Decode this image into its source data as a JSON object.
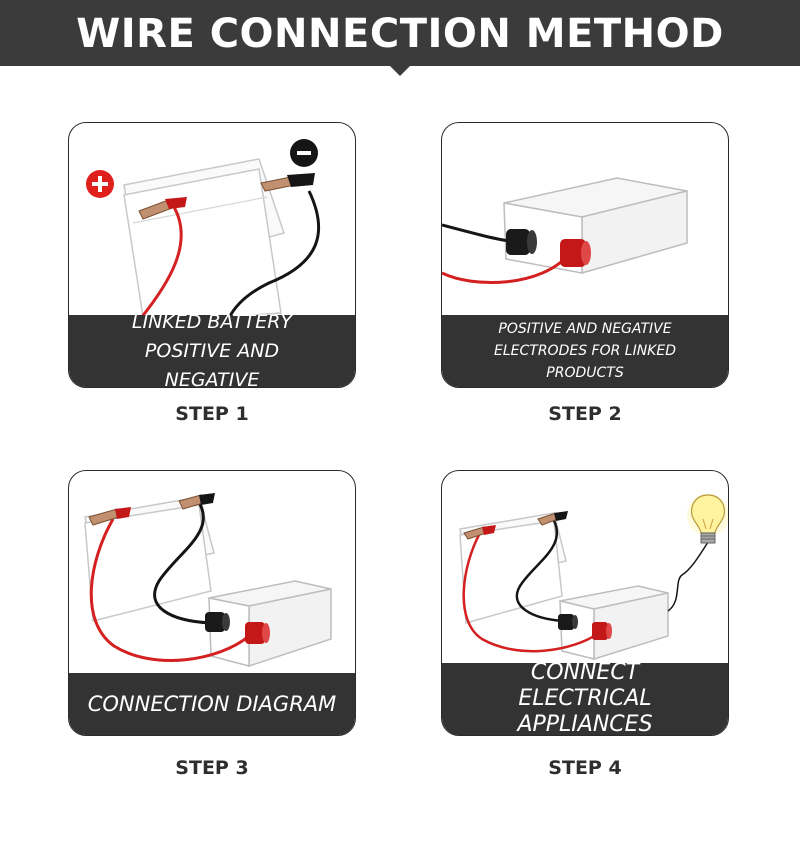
{
  "header": {
    "title": "WIRE CONNECTION METHOD"
  },
  "steps": [
    {
      "caption": "LINKED BATTERY POSITIVE AND NEGATIVE",
      "label": "STEP 1"
    },
    {
      "caption": "POSITIVE AND NEGATIVE ELECTRODES FOR LINKED PRODUCTS",
      "label": "STEP 2"
    },
    {
      "caption": "CONNECTION DIAGRAM",
      "label": "STEP 3"
    },
    {
      "caption": "CONNECT ELECTRICAL APPLIANCES",
      "label": "STEP 4"
    }
  ],
  "icons": {
    "positive": "plus-badge-icon",
    "negative": "minus-badge-icon",
    "bulb": "light-bulb-icon"
  },
  "colors": {
    "header_bg": "#3b3b3b",
    "caption_bg": "#333333",
    "wire_red": "#d42020",
    "wire_black": "#151515",
    "badge_red": "#e0201c"
  }
}
